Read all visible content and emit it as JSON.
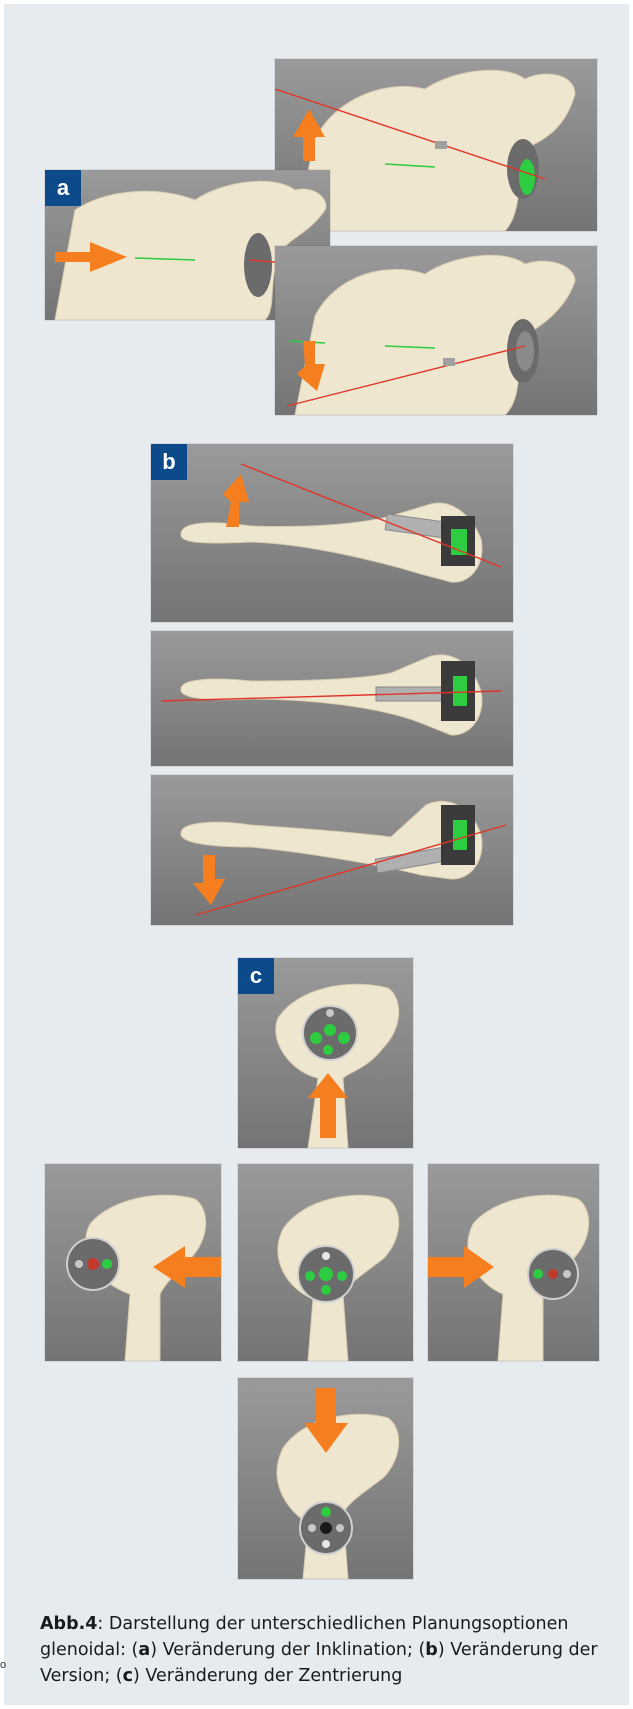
{
  "figure": {
    "panels": [
      {
        "label": "a"
      },
      {
        "label": "b"
      },
      {
        "label": "c"
      }
    ],
    "caption": {
      "title": "Abb.4",
      "lead": ": Darstellung der unterschiedlichen Planungsoptionen glenoidal: (",
      "a_label": "a",
      "a_text": ") Veränderung der Inklination; (",
      "b_label": "b",
      "b_text": ") Veränderung der Version; (",
      "c_label": "c",
      "c_text": ") Veränderung der Zentrierung"
    },
    "side_mark": "o",
    "colors": {
      "arrow": "#f57f1f",
      "badge": "#0c4a8a",
      "guide_line": "#e0352a",
      "marker": "#2ecc40",
      "bone": "#efe6cf",
      "panel_background": "#e6ebf0"
    }
  }
}
